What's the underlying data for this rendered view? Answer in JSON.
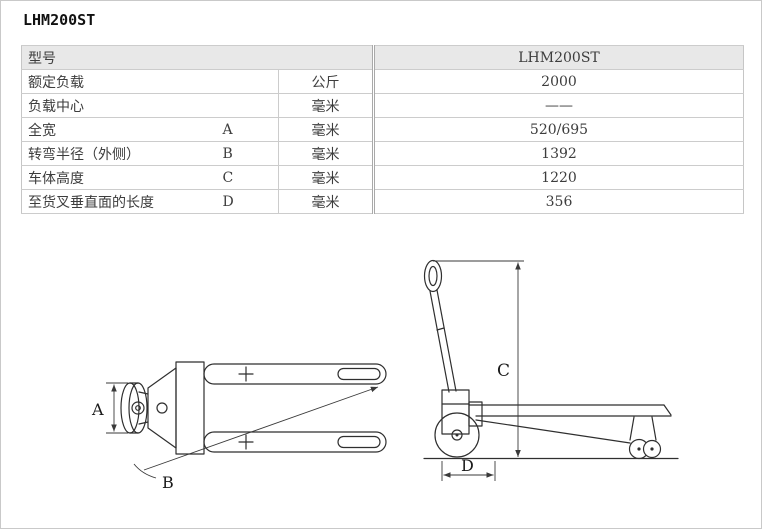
{
  "page": {
    "title": "LHM200ST"
  },
  "spec_table": {
    "header": {
      "label": "型号",
      "value": "LHM200ST"
    },
    "rows": [
      {
        "label": "额定负载",
        "letter": "",
        "unit": "公斤",
        "value": "2000"
      },
      {
        "label": "负载中心",
        "letter": "",
        "unit": "毫米",
        "value": "——"
      },
      {
        "label": "全宽",
        "letter": "A",
        "unit": "毫米",
        "value": "520/695"
      },
      {
        "label": "转弯半径（外侧）",
        "letter": "B",
        "unit": "毫米",
        "value": "1392"
      },
      {
        "label": "车体高度",
        "letter": "C",
        "unit": "毫米",
        "value": "1220"
      },
      {
        "label": "至货叉垂直面的长度",
        "letter": "D",
        "unit": "毫米",
        "value": "356"
      }
    ]
  },
  "diagram": {
    "top_view": {
      "width_label": "A",
      "turning_radius_label": "B"
    },
    "side_view": {
      "height_label": "C",
      "length_label": "D"
    }
  },
  "colors": {
    "header_background": "#e8e8e8",
    "table_border": "#cccccc",
    "drawing_line": "#2f2f2f",
    "page_border": "#c9c9c9"
  }
}
